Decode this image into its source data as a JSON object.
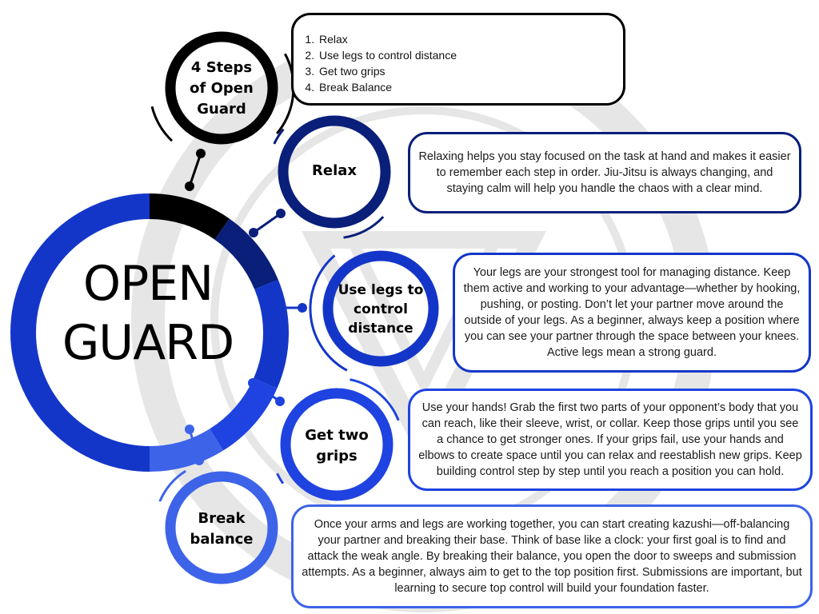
{
  "colors": {
    "black": "#000000",
    "navy": "#0a1f7a",
    "royal": "#1436c8",
    "blue": "#1f43e0",
    "light_blue": "#3d63e8",
    "watermark": "#e6e6e6"
  },
  "main_title": {
    "line1": "OPEN",
    "line2": "GUARD"
  },
  "steps_node": {
    "line1": "4 Steps",
    "line2": "of Open",
    "line3": "Guard"
  },
  "steps_list": [
    "Relax",
    "Use legs to control distance",
    "Get two grips",
    "Break Balance"
  ],
  "nodes": {
    "relax": {
      "label": "Relax",
      "text": "Relaxing helps you stay focused on the task at hand and makes it easier to remember each step in order. Jiu-Jitsu is always changing, and staying calm will help you handle the chaos with a clear mind."
    },
    "legs": {
      "line1": "Use legs to",
      "line2": "control",
      "line3": "distance",
      "text": "Your legs are your strongest tool for managing distance. Keep them active and working to your advantage—whether by hooking, pushing, or posting. Don’t let your partner move around the outside of your legs. As a beginner, always keep a position where you can see your partner through the space between your knees. Active legs mean a strong guard."
    },
    "grips": {
      "line1": "Get two",
      "line2": "grips",
      "text": "Use your hands! Grab the first two parts of your opponent’s body that you can reach, like their sleeve, wrist, or collar. Keep those grips until you see a chance to get stronger ones. If your grips fail, use your hands and elbows to create space until you can relax and reestablish new grips. Keep building control step by step until you reach a position you can hold."
    },
    "balance": {
      "line1": "Break",
      "line2": "balance",
      "text": "Once your arms and legs are working together, you can start creating kazushi—off-balancing your partner and breaking their base. Think of base like a clock: your first goal is to find and attack the weak angle. By breaking their balance, you open the door to sweeps and submission attempts. As a beginner, always aim to get to the top position first. Submissions are important, but learning to secure top control will build your foundation faster."
    }
  }
}
